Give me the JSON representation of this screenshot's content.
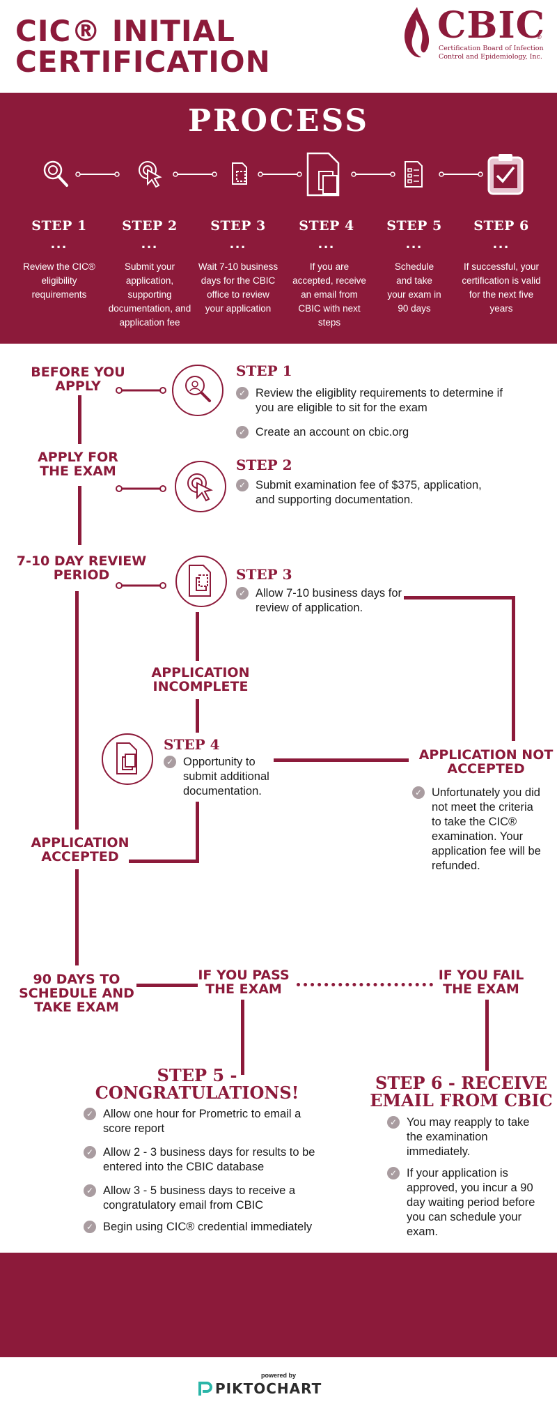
{
  "header": {
    "title_line1": "CIC® INITIAL",
    "title_line2": "CERTIFICATION",
    "logo_text": "CBIC",
    "logo_reg": "®",
    "logo_sub1": "Certification Board of Infection",
    "logo_sub2": "Control and Epidemiology, Inc.",
    "logo_icon": "flame-logo-icon"
  },
  "process": {
    "title": "PROCESS",
    "steps": [
      {
        "label": "STEP 1",
        "dots": "...",
        "text": [
          "Review the CIC®",
          "eligibility",
          "requirements"
        ],
        "icon": "magnifier-icon"
      },
      {
        "label": "STEP 2",
        "dots": "...",
        "text": [
          "Submit your",
          "application,",
          "supporting",
          "documentation, and",
          "application fee"
        ],
        "icon": "click-cursor-icon"
      },
      {
        "label": "STEP 3",
        "dots": "...",
        "text": [
          "Wait 7-10 business",
          "days for the CBIC",
          "office to review",
          "your application"
        ],
        "icon": "documents-icon"
      },
      {
        "label": "STEP 4",
        "dots": "...",
        "text": [
          "If you are",
          "accepted, receive",
          "an email from",
          "CBIC with next",
          "steps"
        ],
        "icon": "documents-large-icon"
      },
      {
        "label": "STEP 5",
        "dots": "...",
        "text": [
          "Schedule",
          "and take",
          "your exam in",
          "90 days"
        ],
        "icon": "form-list-icon"
      },
      {
        "label": "STEP 6",
        "dots": "...",
        "text": [
          "If successful, your",
          "certification is valid",
          "for the next five",
          "years"
        ],
        "icon": "clipboard-check-icon"
      }
    ]
  },
  "flow": {
    "labels": {
      "before_apply": [
        "BEFORE YOU",
        "APPLY"
      ],
      "apply_exam": [
        "APPLY FOR",
        "THE EXAM"
      ],
      "review_period": [
        "7-10 DAY REVIEW",
        "PERIOD"
      ],
      "incomplete": [
        "APPLICATION",
        "INCOMPLETE"
      ],
      "not_accepted": [
        "APPLICATION NOT",
        "ACCEPTED"
      ],
      "accepted": [
        "APPLICATION",
        "ACCEPTED"
      ],
      "ninety_days": [
        "90 DAYS TO",
        "SCHEDULE AND",
        "TAKE EXAM"
      ],
      "if_pass": [
        "IF YOU PASS",
        "THE EXAM"
      ],
      "if_fail": [
        "IF YOU FAIL",
        "THE EXAM"
      ]
    },
    "step1": {
      "label": "STEP 1",
      "items": [
        [
          "Review the eligiblity requirements to determine if",
          "you are eligible to sit for the exam"
        ],
        [
          "Create an account on cbic.org"
        ]
      ]
    },
    "step2": {
      "label": "STEP 2",
      "items": [
        [
          "Submit examination fee of $375, application,",
          "and supporting documentation."
        ]
      ]
    },
    "step3": {
      "label": "STEP 3",
      "items": [
        [
          "Allow 7-10 business days for",
          "review of application."
        ]
      ]
    },
    "step4": {
      "label": "STEP 4",
      "items": [
        [
          "Opportunity to",
          "submit additional",
          "documentation."
        ]
      ]
    },
    "not_accepted_text": [
      "Unfortunately you did",
      "not meet the criteria",
      "to take the CIC®",
      "examination. Your",
      "application fee will be",
      "refunded."
    ],
    "step5": {
      "label": [
        "STEP 5 -",
        "CONGRATULATIONS!"
      ],
      "items": [
        [
          "Allow one hour for Prometric to email a",
          "score report"
        ],
        [
          "Allow 2 - 3 business days for results to be",
          "entered into the CBIC database"
        ],
        [
          "Allow 3 - 5 business days to receive a",
          "congratulatory email from CBIC"
        ],
        [
          "Begin using CIC® credential immediately"
        ]
      ]
    },
    "step6": {
      "label": [
        "STEP 6 - RECEIVE",
        "EMAIL FROM CBIC"
      ],
      "items": [
        [
          "You may reapply to take",
          "the examination",
          "immediately."
        ],
        [
          "If your application is",
          "approved, you incur a 90",
          "day waiting period before",
          "you can schedule your",
          "exam."
        ]
      ]
    },
    "check_icon": "check-circle-icon"
  },
  "footer": {
    "powered_by": "powered by",
    "brand": "PIKTOCHART"
  },
  "colors": {
    "maroon": "#8c1a3a",
    "check_grey": "#a99ca0"
  }
}
